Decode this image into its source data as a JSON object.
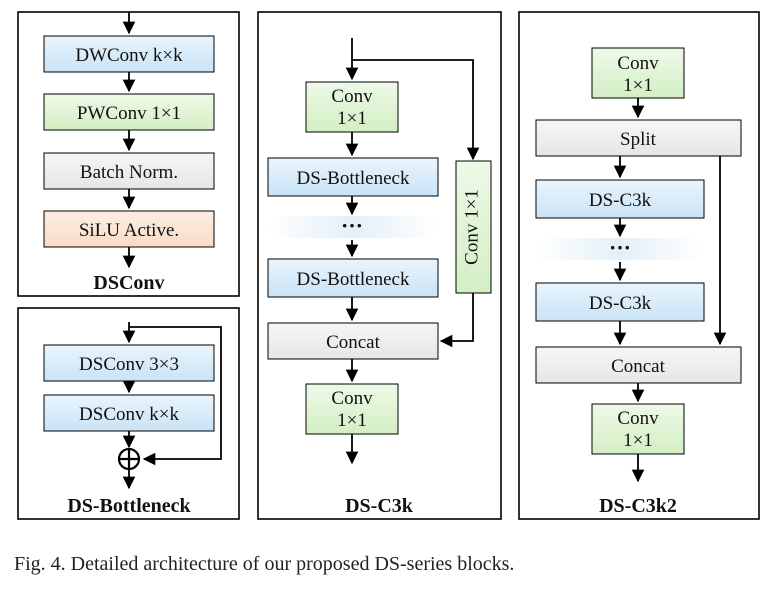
{
  "colors": {
    "blue": "#d9ecf9",
    "green": "#e0f4d6",
    "gray": "#efefef",
    "orange": "#fbe4d2",
    "border": "#000000"
  },
  "dsconv": {
    "title": "DSConv",
    "dwconv": "DWConv k×k",
    "pwconv": "PWConv 1×1",
    "bn": "Batch Norm.",
    "act": "SiLU Active."
  },
  "bottleneck": {
    "title": "DS-Bottleneck",
    "dsconv1": "DSConv 3×3",
    "dsconv2": "DSConv k×k",
    "add_icon": "circled-plus-icon"
  },
  "c3k": {
    "title": "DS-C3k",
    "conv_top_1": "Conv",
    "conv_top_2": "1×1",
    "bottleneck_1": "DS-Bottleneck",
    "dots": "···",
    "bottleneck_2": "DS-Bottleneck",
    "side_conv": "Conv 1×1",
    "concat": "Concat",
    "conv_bottom_1": "Conv",
    "conv_bottom_2": "1×1"
  },
  "c3k2": {
    "title": "DS-C3k2",
    "conv_top_1": "Conv",
    "conv_top_2": "1×1",
    "split": "Split",
    "c3k_1": "DS-C3k",
    "dots": "···",
    "c3k_2": "DS-C3k",
    "concat": "Concat",
    "conv_bottom_1": "Conv",
    "conv_bottom_2": "1×1"
  },
  "caption": "Fig. 4.  Detailed architecture of our proposed DS-series blocks."
}
